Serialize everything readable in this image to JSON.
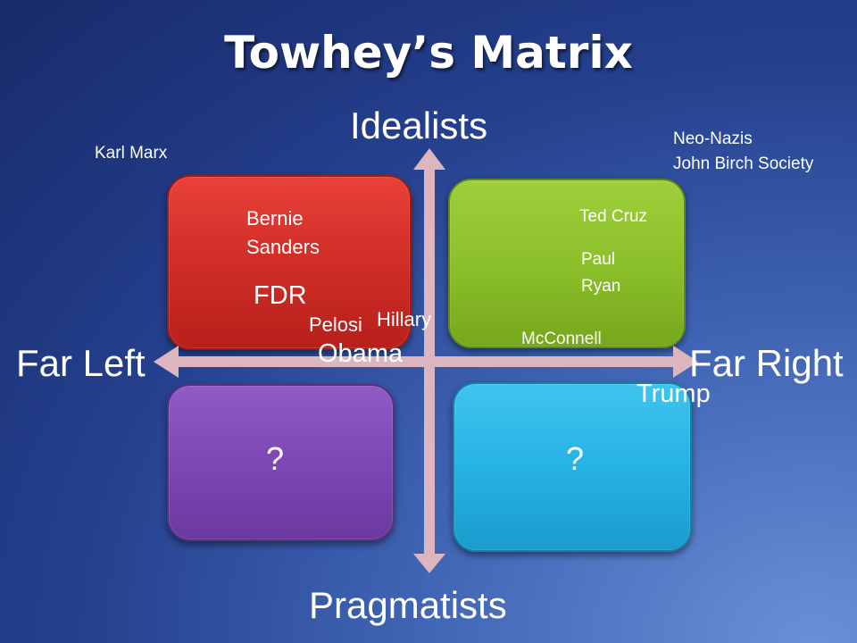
{
  "title": "Towhey’s Matrix",
  "axes": {
    "top": "Idealists",
    "bottom": "Pragmatists",
    "left": "Far Left",
    "right": "Far Right"
  },
  "quadrants": {
    "top_left_color": "#d22f28",
    "top_right_color": "#8cc02a",
    "bottom_left_color": "#7d47b5",
    "bottom_right_color": "#26b2e4",
    "bottom_left_text": "?",
    "bottom_right_text": "?"
  },
  "labels": {
    "karl_marx": "Karl Marx",
    "neo_nazis": "Neo-Nazis",
    "john_birch": "John Birch Society",
    "bernie_1": "Bernie",
    "bernie_2": "Sanders",
    "fdr": "FDR",
    "pelosi": "Pelosi",
    "hillary": "Hillary",
    "obama": "Obama",
    "ted_cruz": "Ted Cruz",
    "paul": "Paul",
    "ryan": "Ryan",
    "mcconnell": "McConnell",
    "trump": "Trump"
  },
  "colors": {
    "arrow": "#dcb5bf",
    "background_dark": "#182a6a",
    "background_light": "#6b8fd6"
  }
}
